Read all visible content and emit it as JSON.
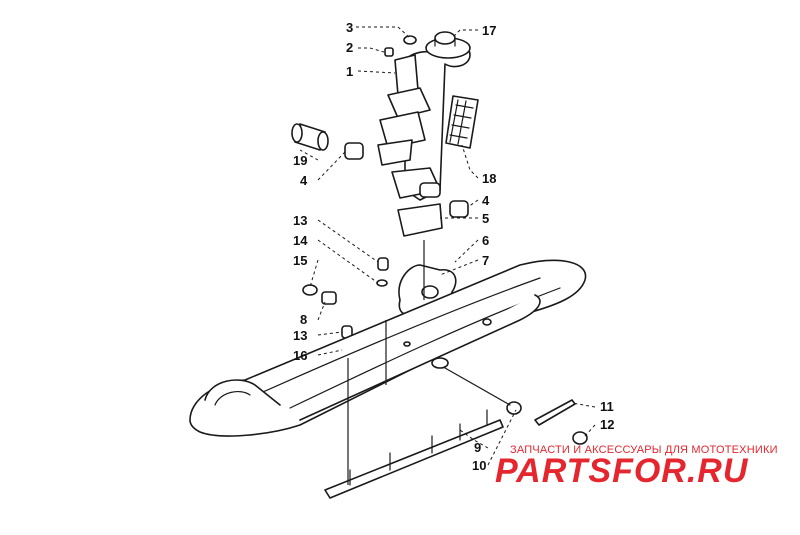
{
  "callouts": [
    "1",
    "2",
    "3",
    "4",
    "4",
    "5",
    "6",
    "7",
    "8",
    "9",
    "10",
    "11",
    "12",
    "13",
    "13",
    "14",
    "15",
    "16",
    "17",
    "18",
    "19"
  ],
  "watermark": {
    "subtitle": "ЗАПЧАСТИ И АКСЕССУАРЫ ДЛЯ МОТОТЕХНИКИ",
    "brand": "PARTSFOR.RU",
    "color": "#e5262f"
  }
}
